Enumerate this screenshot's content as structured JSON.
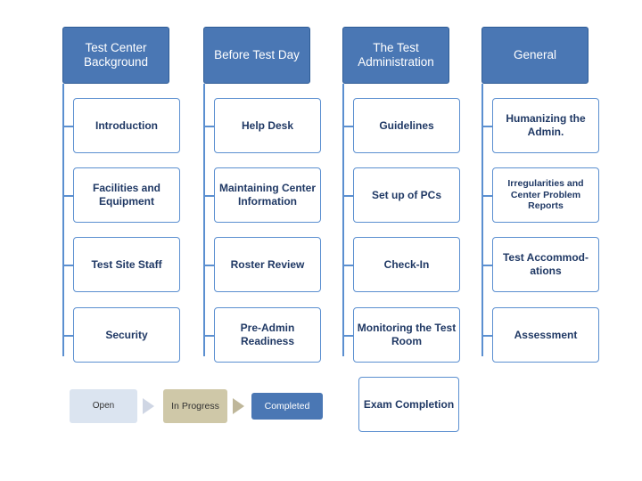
{
  "diagram": {
    "columns": [
      {
        "header": "Test Center Background",
        "items": [
          {
            "label": "Introduction"
          },
          {
            "label": "Facilities and Equipment"
          },
          {
            "label": "Test Site Staff"
          },
          {
            "label": "Security"
          }
        ]
      },
      {
        "header": "Before Test Day",
        "items": [
          {
            "label": "Help Desk"
          },
          {
            "label": "Maintaining Center Information"
          },
          {
            "label": "Roster Review"
          },
          {
            "label": "Pre-Admin Readiness"
          }
        ]
      },
      {
        "header": "The Test Administration",
        "items": [
          {
            "label": "Guidelines"
          },
          {
            "label": "Set up of PCs"
          },
          {
            "label": "Check-In"
          },
          {
            "label": "Monitoring the  Test Room"
          },
          {
            "label": "Exam Completion"
          }
        ]
      },
      {
        "header": "General",
        "items": [
          {
            "label": "Humanizing the Admin."
          },
          {
            "label": "Irregularities and Center Problem Reports"
          },
          {
            "label": "Test Accommod-ations"
          },
          {
            "label": "Assessment"
          }
        ]
      }
    ]
  },
  "legend": {
    "open": "Open",
    "in_progress": "In Progress",
    "completed": "Completed"
  },
  "colors": {
    "header_fill": "#4a77b4",
    "node_border": "#5b8fd0",
    "node_text": "#1f3864",
    "legend_open": "#dbe4f0",
    "legend_progress": "#cfc8a8",
    "legend_completed": "#4a77b4"
  }
}
